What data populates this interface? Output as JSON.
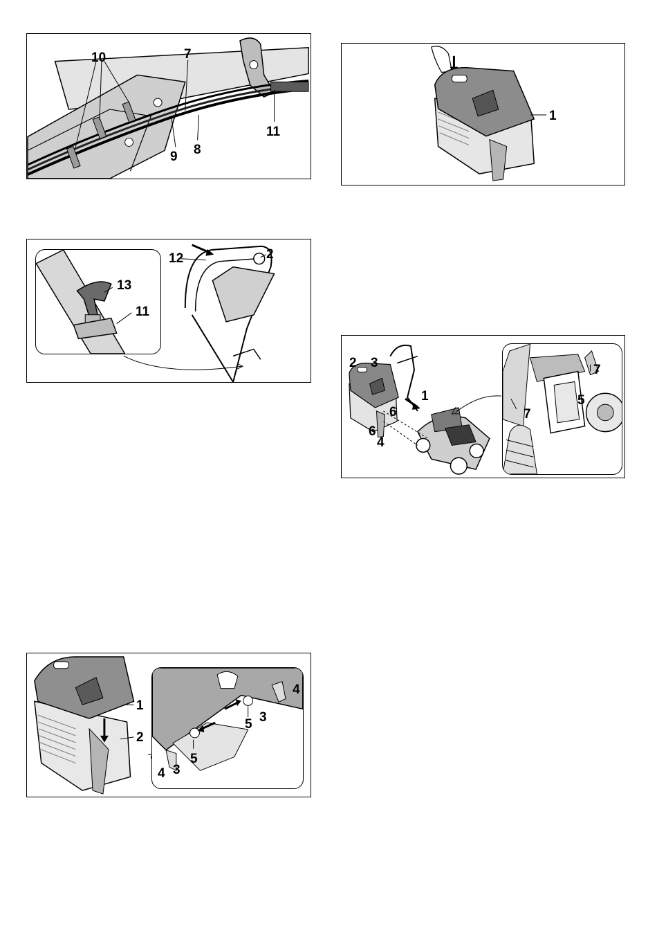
{
  "figures": {
    "fig1": {
      "labels": [
        "10",
        "7",
        "11",
        "9",
        "8"
      ]
    },
    "fig2": {
      "labels": [
        "12",
        "2",
        "13",
        "11"
      ]
    },
    "fig3": {
      "labels": [
        "1",
        "2",
        "4",
        "3",
        "5",
        "5",
        "3",
        "4"
      ]
    },
    "fig4": {
      "labels": [
        "1"
      ]
    },
    "fig5": {
      "labels": [
        "2",
        "3",
        "1",
        "6",
        "6",
        "4",
        "7",
        "5",
        "7"
      ]
    }
  },
  "colors": {
    "line": "#000000",
    "shade_dark": "#5a5a5a",
    "shade_mid": "#9a9a9a",
    "shade_light": "#d8d8d8"
  }
}
